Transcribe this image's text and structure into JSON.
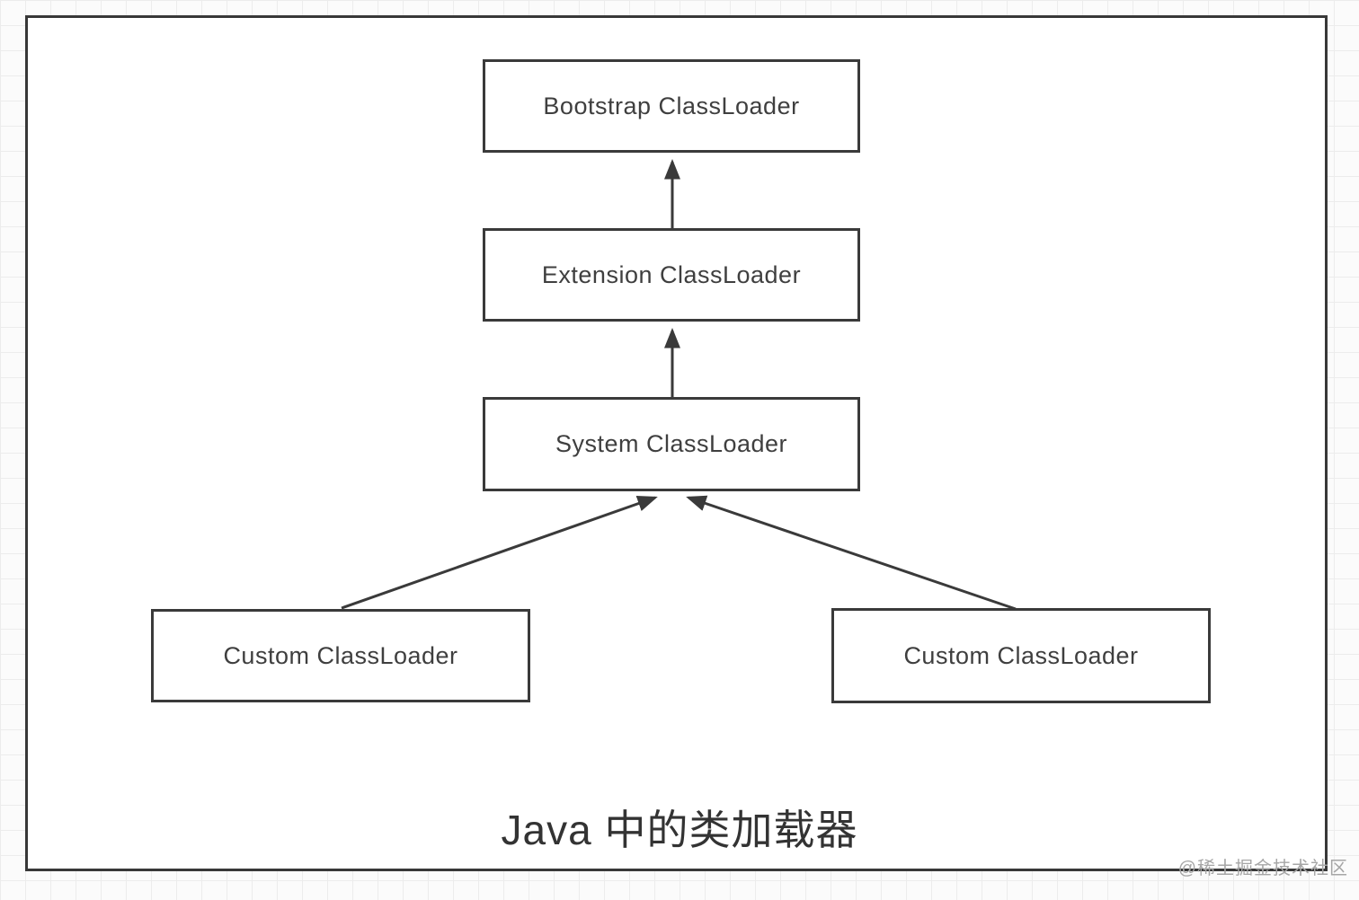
{
  "diagram": {
    "title": "Java 中的类加载器",
    "watermark": "@稀土掘金技术社区",
    "type": "hierarchy",
    "nodes": [
      {
        "id": "bootstrap",
        "label": "Bootstrap ClassLoader"
      },
      {
        "id": "extension",
        "label": "Extension ClassLoader"
      },
      {
        "id": "system",
        "label": "System ClassLoader"
      },
      {
        "id": "custom-left",
        "label": "Custom ClassLoader"
      },
      {
        "id": "custom-right",
        "label": "Custom ClassLoader"
      }
    ],
    "edges": [
      {
        "from": "extension",
        "to": "bootstrap",
        "style": "arrow-up"
      },
      {
        "from": "system",
        "to": "extension",
        "style": "arrow-up"
      },
      {
        "from": "custom-left",
        "to": "system",
        "style": "arrow-up"
      },
      {
        "from": "custom-right",
        "to": "system",
        "style": "arrow-up"
      }
    ],
    "colors": {
      "node_border": "#3a3a3a",
      "node_text": "#3f3f3f",
      "canvas_border": "#383838",
      "canvas_background": "#ffffff",
      "grid_line": "#ececec",
      "watermark_text": "#a6a6a6",
      "title_text": "#333333"
    }
  }
}
